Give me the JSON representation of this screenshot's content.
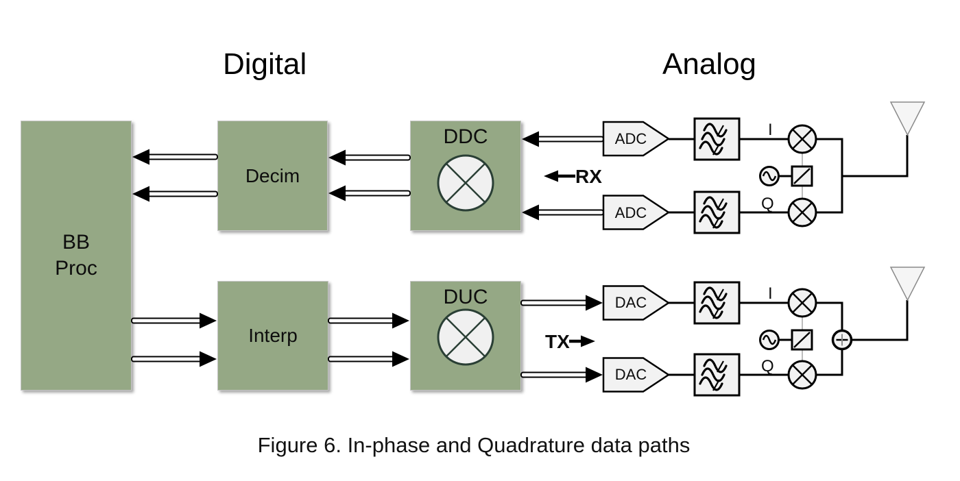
{
  "figure": {
    "caption": "Figure 6. In-phase and Quadrature data paths"
  },
  "sections": {
    "digital": "Digital",
    "analog": "Analog"
  },
  "blocks": {
    "bb_proc": "BB\nProc",
    "decim": "Decim",
    "ddc": "DDC",
    "interp": "Interp",
    "duc": "DUC"
  },
  "converters": {
    "rx_i": "ADC",
    "rx_q": "ADC",
    "tx_i": "DAC",
    "tx_q": "DAC"
  },
  "signals": {
    "rx": "RX",
    "tx": "TX",
    "rx_i": "I",
    "rx_q": "Q",
    "tx_i": "I",
    "tx_q": "Q"
  },
  "icons": {
    "mixer": "mixer-icon",
    "filter": "bandpass-filter-icon",
    "oscillator": "local-oscillator-icon",
    "phase_shift": "phase-shift-icon",
    "summer": "summing-node-icon",
    "antenna": "antenna-icon"
  },
  "colors": {
    "block_green": "#95a885",
    "shape_fill": "#f2f2f2",
    "stroke_black": "#000000",
    "mixer_stroke_dark": "#2a3f35",
    "antenna_stroke": "#8a8a8a",
    "connector_gray": "#a6a6a6"
  }
}
